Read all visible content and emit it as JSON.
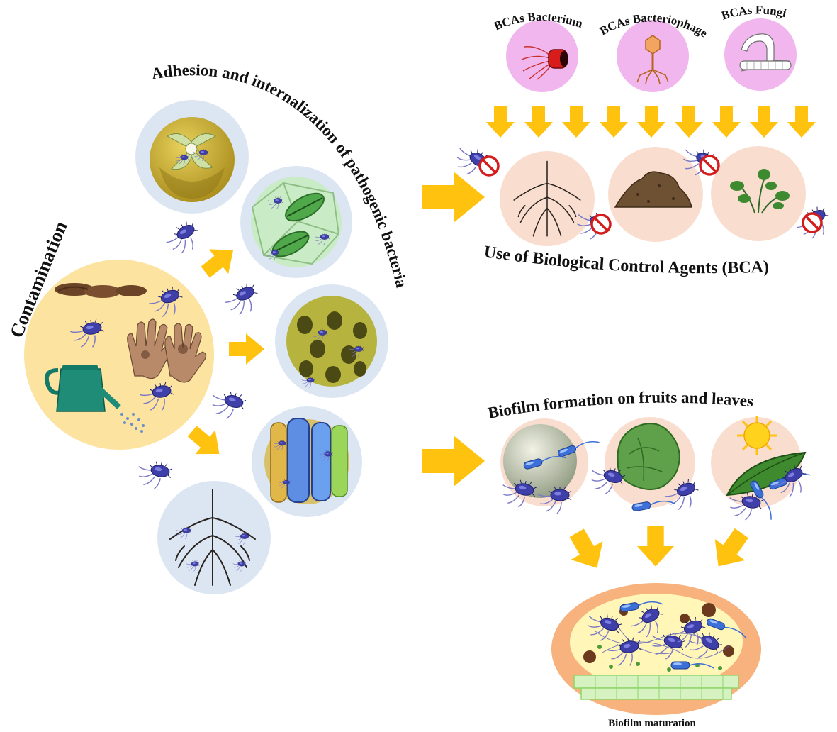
{
  "labels": {
    "contamination": "Contamination",
    "adhesion": "Adhesion and internalization of pathogenic bacteria",
    "bca_use": "Use of  Biological Control Agents (BCA)",
    "biofilm_formation": "Biofilm formation on fruits and leaves",
    "biofilm_maturation": "Biofilm maturation"
  },
  "bca_agents": [
    "BCAs Bacterium",
    "BCAs Bacteriophage",
    "BCAs Fungi"
  ],
  "colors": {
    "arrow": "#FFC20E",
    "contamination_disc": "#FCE3A0",
    "pale_blue_ring": "#DCE6F2",
    "agent_disc": "#F2B6EE",
    "peach_disc": "#F9DECF",
    "bacterium": "#3E3FA8",
    "biofilm_outer": "#F7B27E",
    "biofilm_inner": "#FFF6B8"
  }
}
